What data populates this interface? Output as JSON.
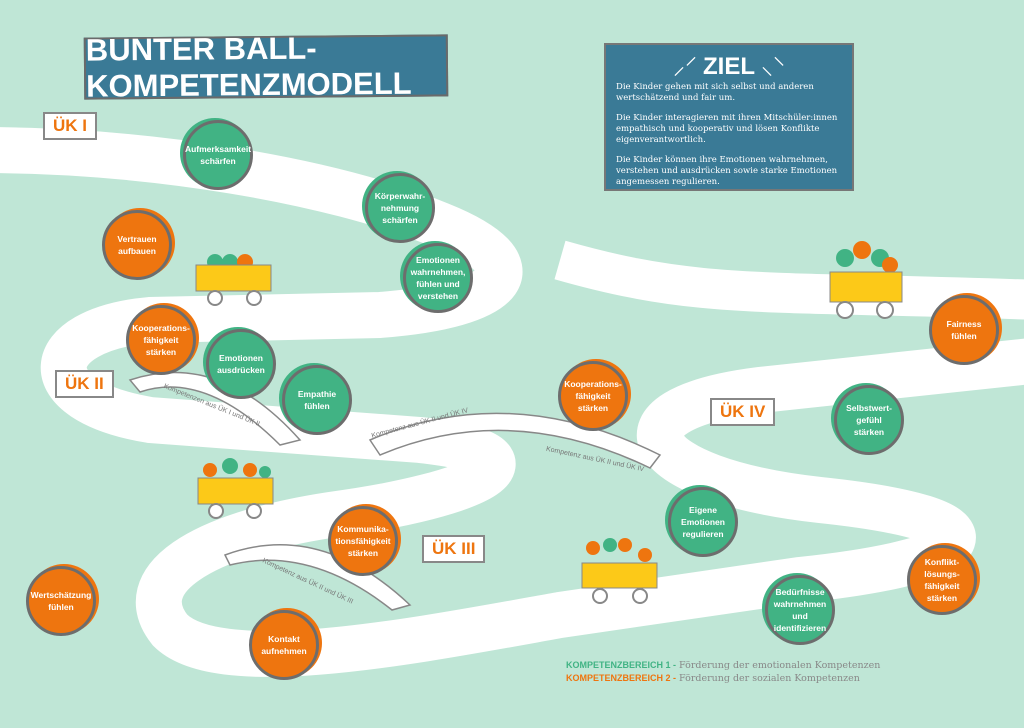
{
  "title": "BUNTER BALL-KOMPETENZMODELL",
  "goal": {
    "heading": "ZIEL",
    "paragraphs": [
      "Die Kinder gehen mit sich selbst und anderen wertschätzend und fair um.",
      "Die Kinder interagieren mit ihren Mitschüler:innen empathisch und kooperativ und lösen Konflikte eigenverantwortlich.",
      "Die Kinder können ihre Emotionen wahrnehmen, verstehen und ausdrücken sowie starke Emotionen angemessen regulieren."
    ]
  },
  "signs": [
    "ÜK I",
    "ÜK II",
    "ÜK III",
    "ÜK IV"
  ],
  "competences": [
    {
      "label": "Aufmerksamkeit\nschärfen",
      "area": 1
    },
    {
      "label": "Körperwahr-\nnehmung\nschärfen",
      "area": 1
    },
    {
      "label": "Vertrauen\naufbauen",
      "area": 2
    },
    {
      "label": "Emotionen\nwahrnehmen,\nfühlen und\nverstehen",
      "area": 1
    },
    {
      "label": "Kooperations-\nfähigkeit\nstärken",
      "area": 2
    },
    {
      "label": "Emotionen\nausdrücken",
      "area": 1
    },
    {
      "label": "Empathie\nfühlen",
      "area": 1
    },
    {
      "label": "Kooperations-\nfähigkeit\nstärken",
      "area": 2
    },
    {
      "label": "Fairness\nfühlen",
      "area": 2
    },
    {
      "label": "Selbstwert-\ngefühl stärken",
      "area": 1
    },
    {
      "label": "Eigene\nEmotionen\nregulieren",
      "area": 1
    },
    {
      "label": "Kommunika-\ntionsfähigkeit\nstärken",
      "area": 2
    },
    {
      "label": "Wertschätzung\nfühlen",
      "area": 2
    },
    {
      "label": "Kontakt\naufnehmen",
      "area": 2
    },
    {
      "label": "Bedürfnisse\nwahrnehmen und\nidentifizieren",
      "area": 1
    },
    {
      "label": "Konflikt-\nlösungs-\nfähigkeit\nstärken",
      "area": 2
    }
  ],
  "bridges": [
    "Kompetenzen aus ÜK I und ÜK II",
    "Kompetenz aus ÜK II und ÜK IV",
    "Kompetenz aus ÜK II und ÜK IV",
    "Kompetenz aus ÜK II und ÜK III"
  ],
  "legend": [
    {
      "key": "KOMPETENZBEREICH 1 -",
      "text": "Förderung der emotionalen Kompetenzen",
      "color": "#41b384"
    },
    {
      "key": "KOMPETENZBEREICH 2 -",
      "text": "Förderung der sozialen Kompetenzen",
      "color": "#ee750f"
    }
  ]
}
